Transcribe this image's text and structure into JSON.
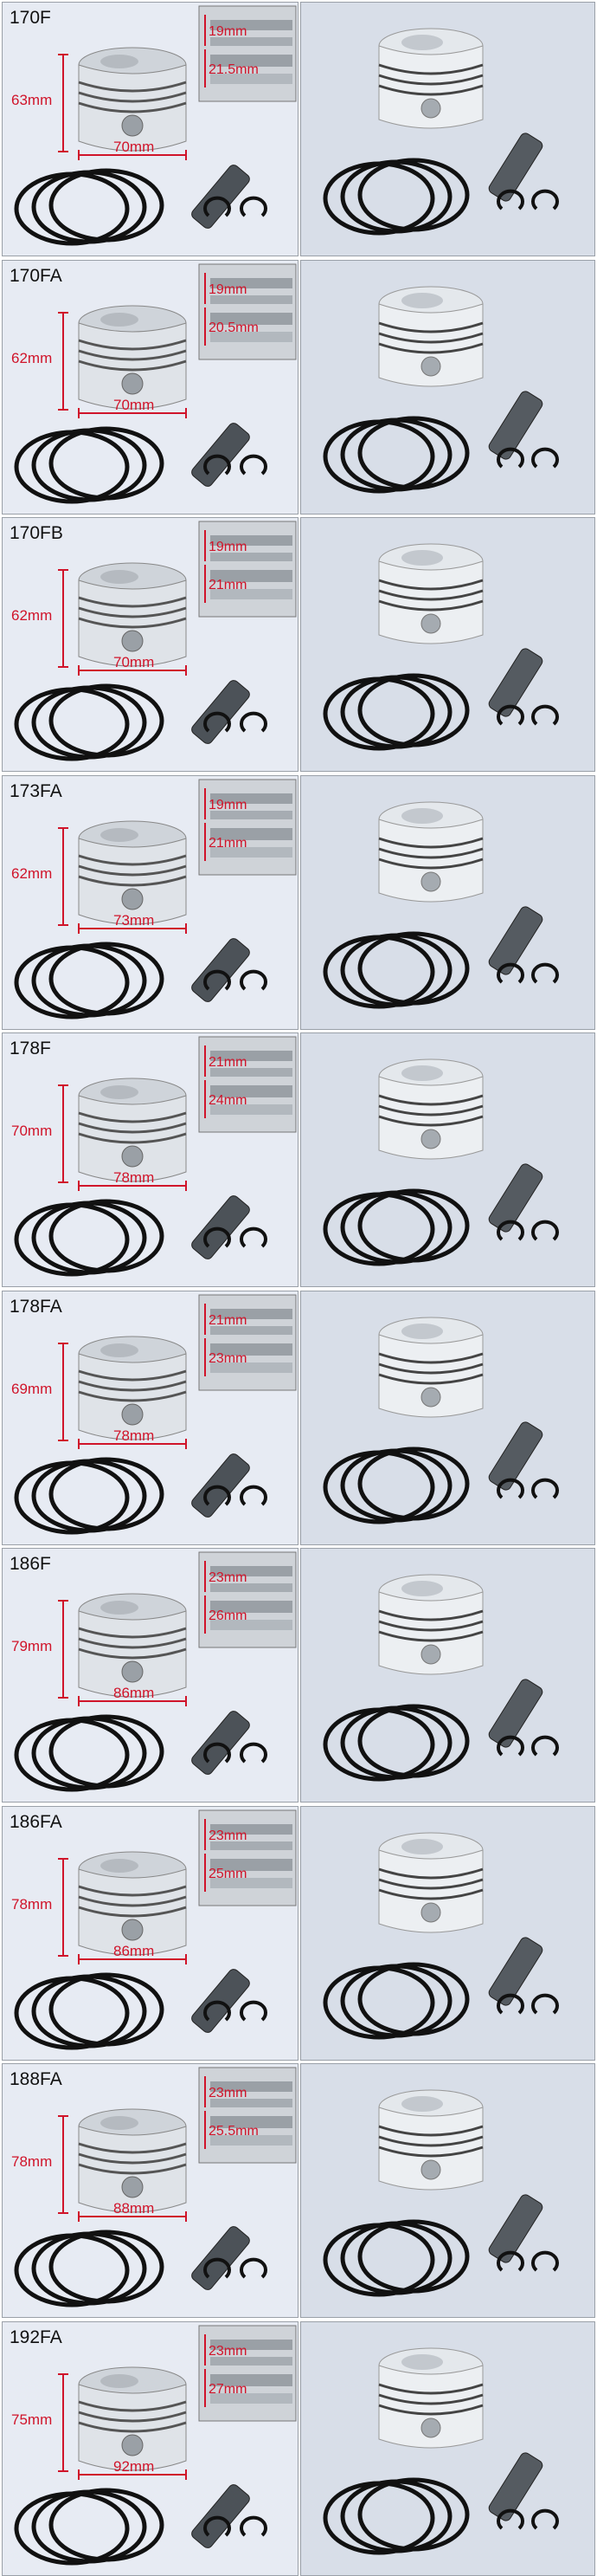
{
  "rows": [
    {
      "model": "170F",
      "height": "63mm",
      "diameter": "70mm",
      "ring_top": "19mm",
      "ring_bottom": "21.5mm"
    },
    {
      "model": "170FA",
      "height": "62mm",
      "diameter": "70mm",
      "ring_top": "19mm",
      "ring_bottom": "20.5mm"
    },
    {
      "model": "170FB",
      "height": "62mm",
      "diameter": "70mm",
      "ring_top": "19mm",
      "ring_bottom": "21mm"
    },
    {
      "model": "173FA",
      "height": "62mm",
      "diameter": "73mm",
      "ring_top": "19mm",
      "ring_bottom": "21mm"
    },
    {
      "model": "178F",
      "height": "70mm",
      "diameter": "78mm",
      "ring_top": "21mm",
      "ring_bottom": "24mm"
    },
    {
      "model": "178FA",
      "height": "69mm",
      "diameter": "78mm",
      "ring_top": "21mm",
      "ring_bottom": "23mm"
    },
    {
      "model": "186F",
      "height": "79mm",
      "diameter": "86mm",
      "ring_top": "23mm",
      "ring_bottom": "26mm"
    },
    {
      "model": "186FA",
      "height": "78mm",
      "diameter": "86mm",
      "ring_top": "23mm",
      "ring_bottom": "25mm"
    },
    {
      "model": "188FA",
      "height": "78mm",
      "diameter": "88mm",
      "ring_top": "23mm",
      "ring_bottom": "25.5mm"
    },
    {
      "model": "192FA",
      "height": "75mm",
      "diameter": "92mm",
      "ring_top": "23mm",
      "ring_bottom": "27mm"
    }
  ],
  "colors": {
    "dimension": "#d0142a",
    "panel_left": "#e7ebf3",
    "panel_right": "#d8dee8",
    "ring": "#111111"
  }
}
